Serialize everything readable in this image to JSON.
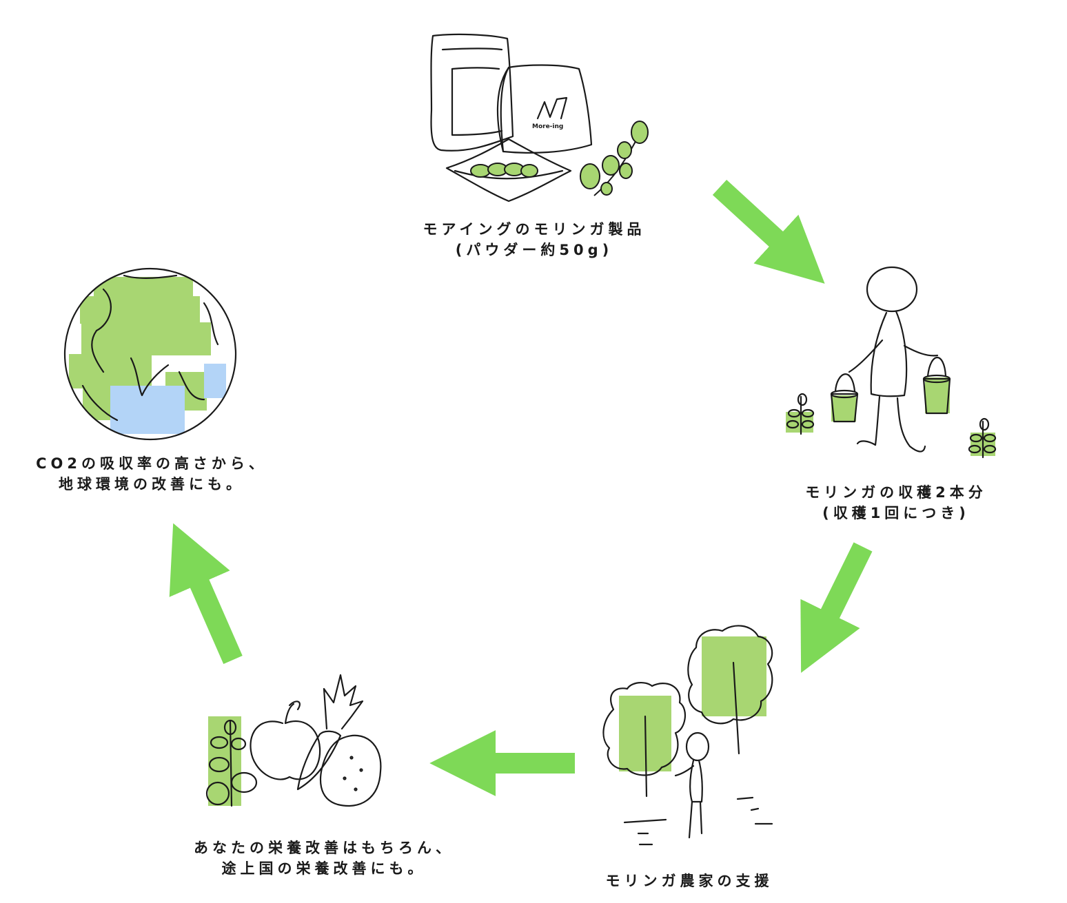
{
  "colors": {
    "arrow": "#7ed957",
    "leaf_fill": "#a8d672",
    "water_fill": "#b3d4f7",
    "stroke": "#1a1a1a"
  },
  "diagram": {
    "nodes": [
      {
        "id": "product",
        "icon": "moringa-product-packages-icon",
        "logo_text": "More-ing",
        "caption_lines": [
          "モアイングのモリンガ製品",
          "(パウダー約50g)"
        ]
      },
      {
        "id": "harvest",
        "icon": "farmer-carrying-buckets-icon",
        "caption_lines": [
          "モリンガの収穫2本分",
          "(収穫1回につき)"
        ]
      },
      {
        "id": "farmer",
        "icon": "moringa-trees-with-farmer-icon",
        "caption_lines": [
          "モリンガ農家の支援"
        ]
      },
      {
        "id": "nutrition",
        "icon": "vegetables-and-fruits-icon",
        "caption_lines": [
          "あなたの栄養改善はもちろん、",
          "途上国の栄養改善にも。"
        ]
      },
      {
        "id": "earth",
        "icon": "earth-globe-icon",
        "caption_lines": [
          "CO2の吸収率の高さから、",
          "地球環境の改善にも。"
        ]
      }
    ],
    "arrows": [
      {
        "from": "product",
        "to": "harvest"
      },
      {
        "from": "harvest",
        "to": "farmer"
      },
      {
        "from": "farmer",
        "to": "nutrition"
      },
      {
        "from": "nutrition",
        "to": "earth"
      }
    ]
  }
}
